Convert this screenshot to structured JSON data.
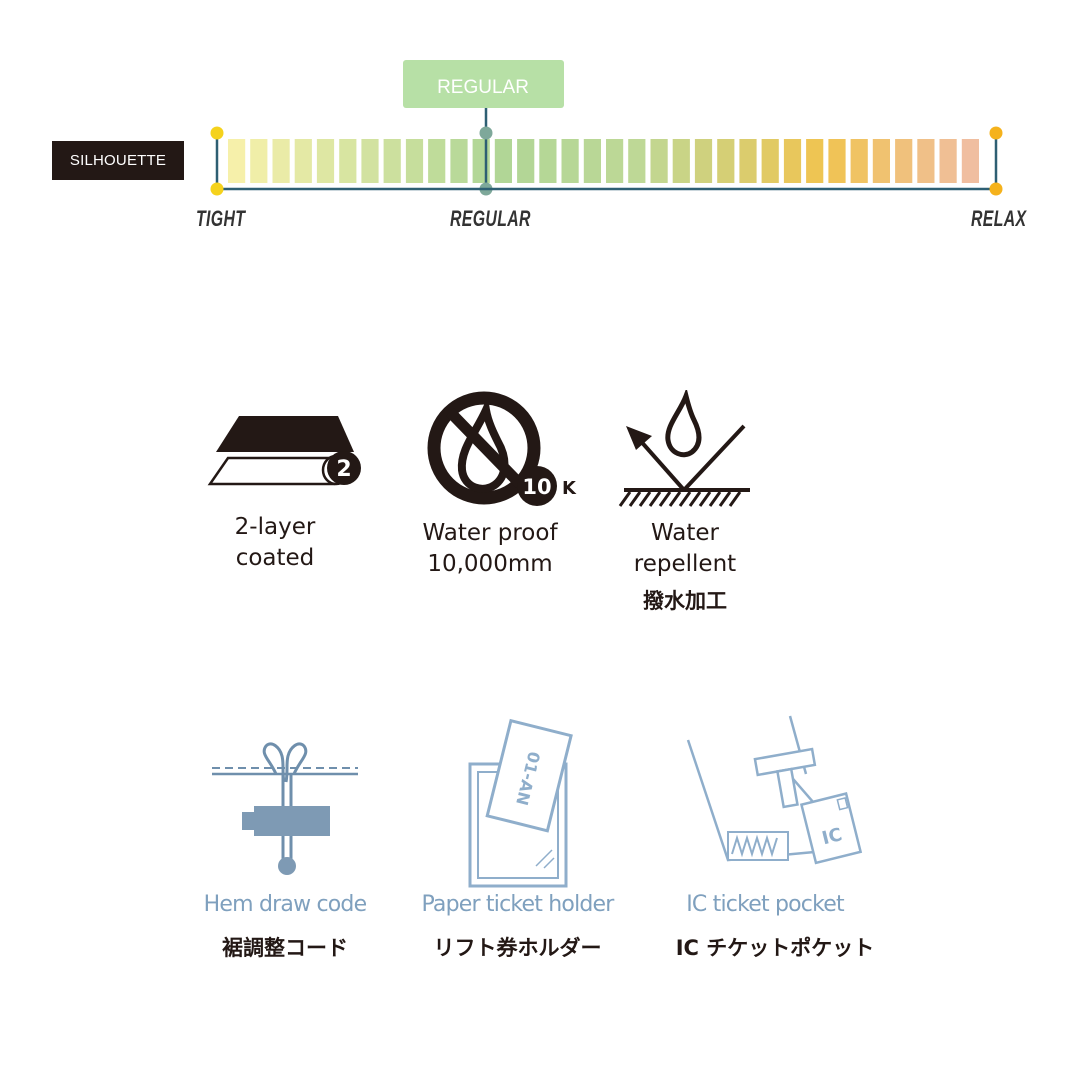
{
  "silhouette": {
    "label": "SILHOUETTE",
    "marker_label": "REGULAR",
    "scale_labels": {
      "left": "TIGHT",
      "middle": "REGULAR",
      "right": "RELAX"
    },
    "selected": "REGULAR",
    "colors": {
      "line": "#2e5f73",
      "endpoint": "#f5d21c",
      "marker": "#7ea89a",
      "badge": "#b7e0a6"
    }
  },
  "features": [
    {
      "icon": "two-layer-icon",
      "badge": "2",
      "label_lines": [
        "2-layer",
        "coated"
      ]
    },
    {
      "icon": "waterproof-icon",
      "badge": "10",
      "badge_suffix": "K",
      "label_lines": [
        "Water proof",
        "10,000mm"
      ]
    },
    {
      "icon": "water-repellent-icon",
      "label_lines": [
        "Water",
        "repellent"
      ],
      "label_jp": "撥水加工"
    }
  ],
  "details": [
    {
      "icon": "hem-draw-cord-icon",
      "label_en": "Hem draw code",
      "label_jp": "裾調整コード"
    },
    {
      "icon": "paper-ticket-holder-icon",
      "ticket_text": "01-AN",
      "label_en": "Paper ticket holder",
      "label_jp": "リフト券ホルダー"
    },
    {
      "icon": "ic-ticket-pocket-icon",
      "card_text": "IC",
      "label_en": "IC ticket pocket",
      "label_jp": "IC チケットポケット"
    }
  ]
}
